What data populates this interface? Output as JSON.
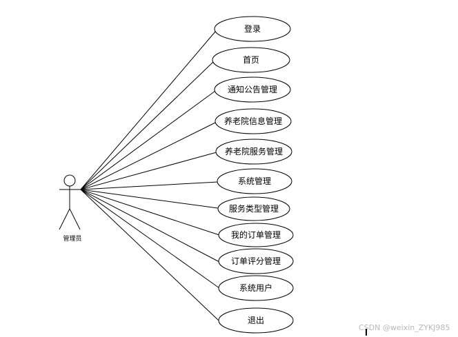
{
  "actor": {
    "label": "管理员"
  },
  "use_cases": [
    {
      "label": "登录"
    },
    {
      "label": "首页"
    },
    {
      "label": "通知公告管理"
    },
    {
      "label": "养老院信息管理"
    },
    {
      "label": "养老院服务管理"
    },
    {
      "label": "系统管理"
    },
    {
      "label": "服务类型管理"
    },
    {
      "label": "我的订单管理"
    },
    {
      "label": "订单评分管理"
    },
    {
      "label": "系统用户"
    },
    {
      "label": "退出"
    }
  ],
  "watermark": "CSDN @weixin_ZYKJ985",
  "colors": {
    "stroke": "#000000",
    "background": "#ffffff",
    "watermark": "#b8b8b8"
  }
}
